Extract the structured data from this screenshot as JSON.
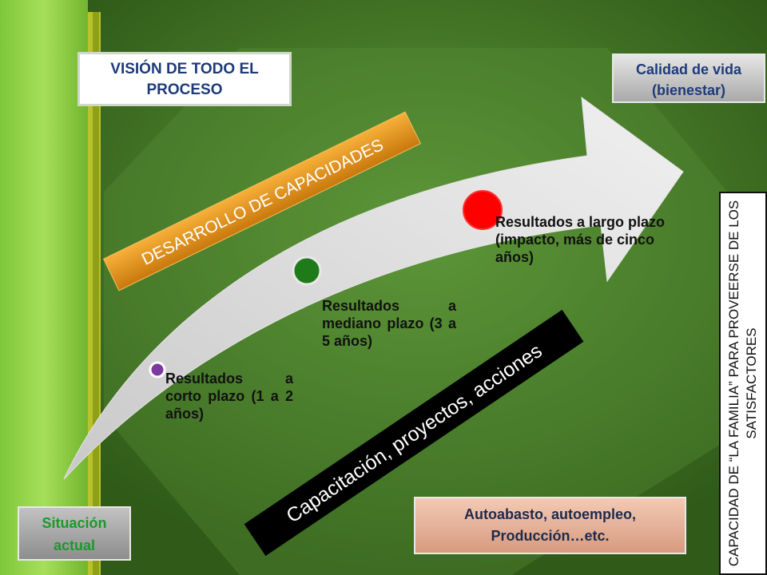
{
  "boxes": {
    "vision": "VISIÓN DE TODO EL PROCESO",
    "calidad": "Calidad de vida (bienestar)",
    "situacion": "Situación actual",
    "autoabasto": "Autoabasto, autoempleo, Producción…etc.",
    "capacidad": "CAPACIDAD DE “LA FAMILIA” PARA PROVEERSE DE LOS SATISFACTORES"
  },
  "banners": {
    "desarrollo": "DESARROLLO DE CAPACIDADES",
    "capacitacion": "Capacitación, proyectos, acciones"
  },
  "results": {
    "corto": "Resultados a corto plazo (1 a 2 años)",
    "mediano": "Resultados a mediano plazo (3 a 5 años)",
    "largo": "Resultados a largo plazo (impacto, más de cinco años)"
  },
  "colors": {
    "dot_corto": "#7a3a9e",
    "dot_mediano": "#1f7a1a",
    "dot_largo": "#ff0000",
    "title_blue": "#1e3b78",
    "situacion_green": "#1a9a2a"
  }
}
